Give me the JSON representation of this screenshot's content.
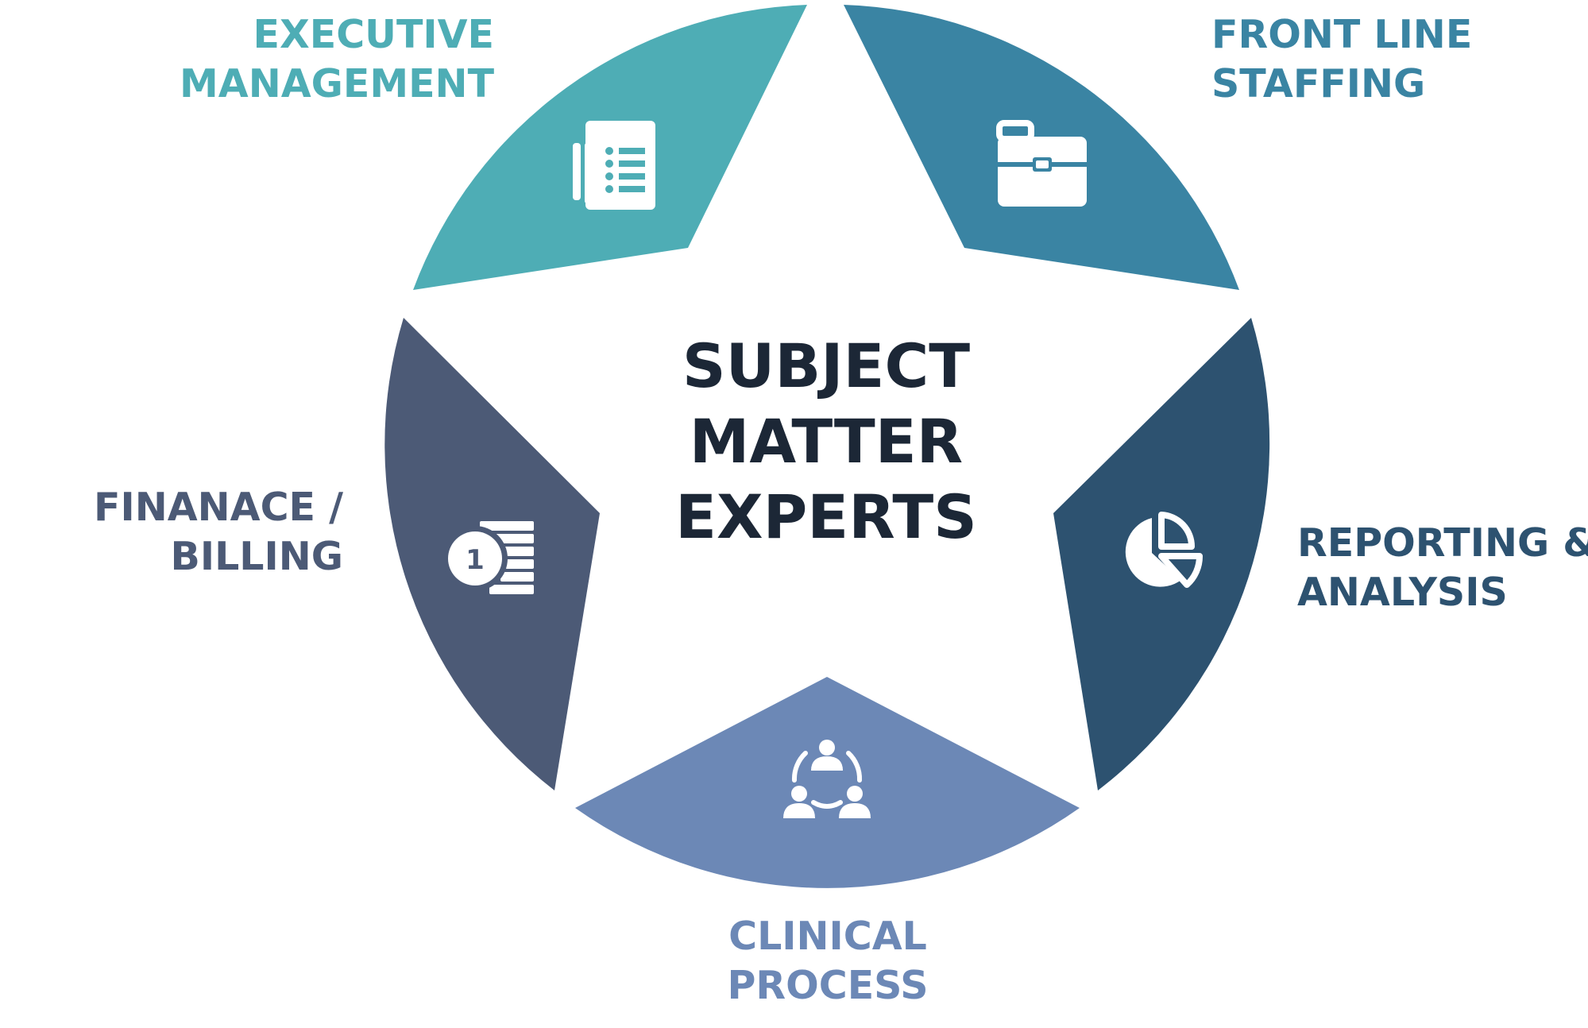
{
  "center": {
    "lines": [
      "SUBJECT",
      "MATTER",
      "EXPERTS"
    ]
  },
  "segments": [
    {
      "id": "executive-management",
      "lines": [
        "EXECUTIVE",
        "MANAGEMENT"
      ],
      "color": "#4eadb5",
      "icon": "document-list-icon"
    },
    {
      "id": "front-line-staffing",
      "lines": [
        "FRONT LINE",
        "STAFFING"
      ],
      "color": "#3a84a3",
      "icon": "briefcase-icon"
    },
    {
      "id": "reporting-analysis",
      "lines": [
        "REPORTING &",
        "ANALYSIS"
      ],
      "color": "#2d5270",
      "icon": "pie-chart-icon"
    },
    {
      "id": "clinical-process",
      "lines": [
        "CLINICAL",
        "PROCESS"
      ],
      "color": "#6c88b6",
      "icon": "team-meeting-icon"
    },
    {
      "id": "finance-billing",
      "lines": [
        "FINANACE /",
        "BILLING"
      ],
      "color": "#4c5a76",
      "icon": "coin-stack-icon"
    }
  ],
  "icon_glyphs": {
    "coin_number": "1"
  }
}
